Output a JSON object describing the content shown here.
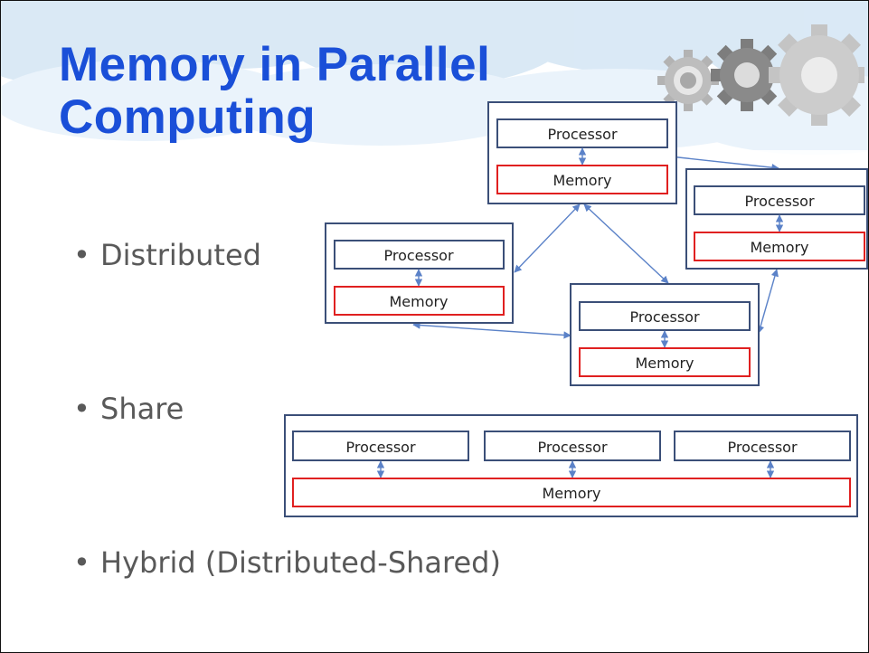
{
  "slide": {
    "title_lines": [
      "Memory in Parallel",
      "Computing"
    ],
    "bullets": [
      "Distributed",
      "Share",
      "Hybrid (Distributed-Shared)"
    ],
    "bullet_glyph": "•"
  },
  "distributed_diagram": {
    "nodes": [
      {
        "processor_label": "Processor",
        "memory_label": "Memory"
      },
      {
        "processor_label": "Processor",
        "memory_label": "Memory"
      },
      {
        "processor_label": "Processor",
        "memory_label": "Memory"
      },
      {
        "processor_label": "Processor",
        "memory_label": "Memory"
      }
    ]
  },
  "shared_diagram": {
    "processors": [
      "Processor",
      "Processor",
      "Processor"
    ],
    "memory_label": "Memory"
  },
  "decorations": {
    "icon": "gears-icon",
    "background": "clouds"
  },
  "colors": {
    "title": "#1a4fd8",
    "bullet_text": "#595959",
    "node_border": "#3b4f78",
    "memory_border": "#e02020",
    "connector": "#5b82c8"
  }
}
